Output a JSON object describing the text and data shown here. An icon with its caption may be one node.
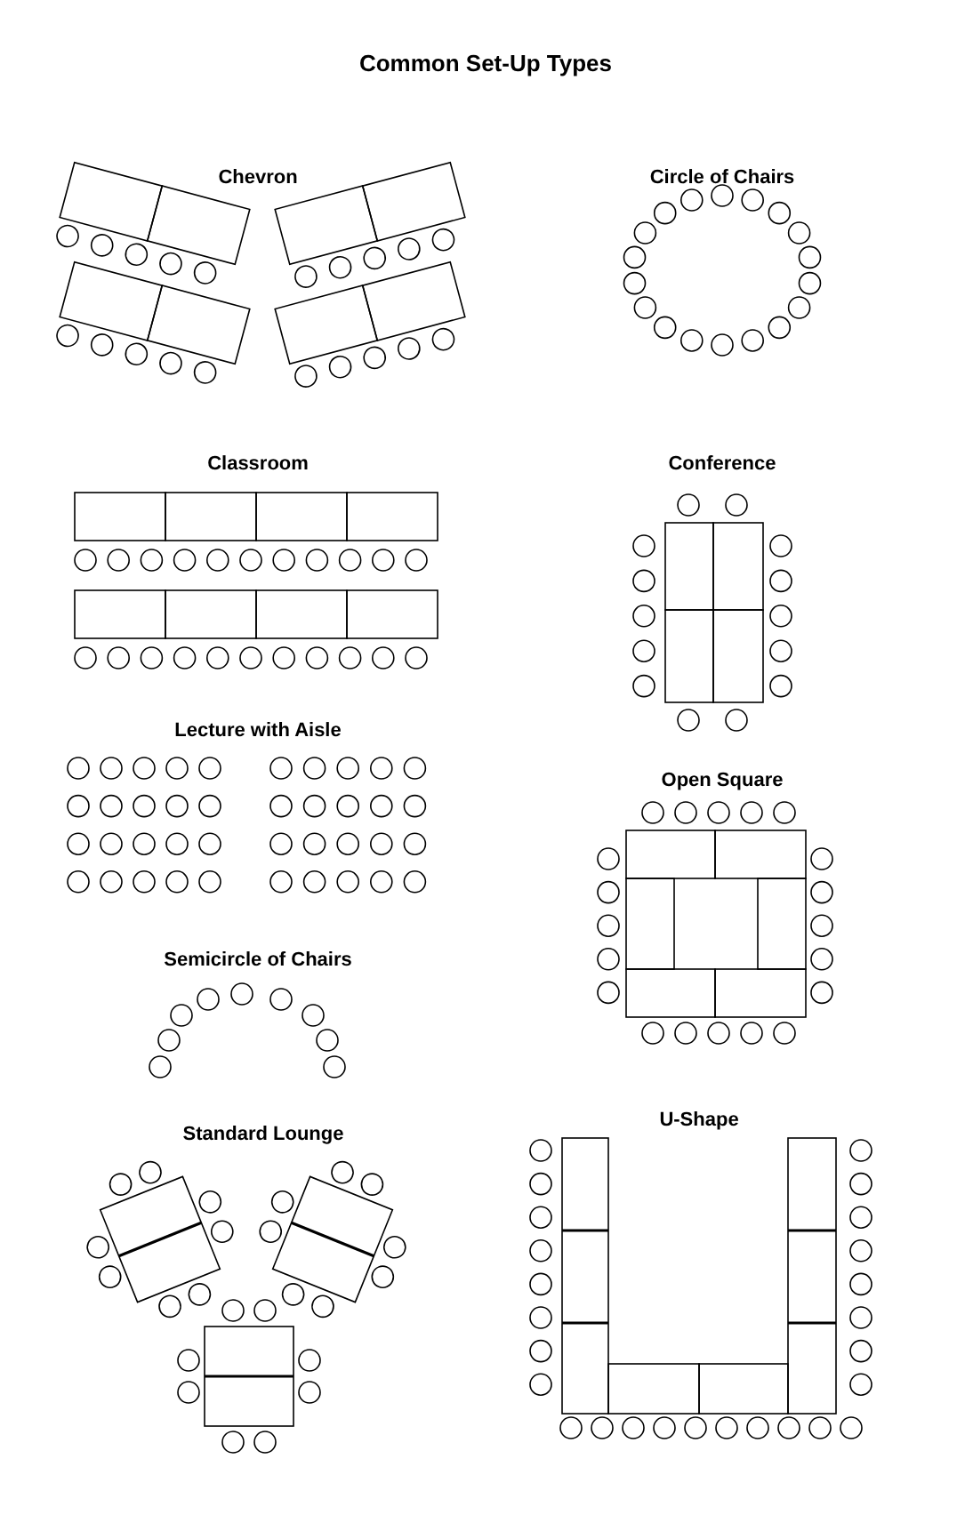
{
  "diagram": {
    "title": "Common Set-Up Types",
    "labels": [
      "Chevron",
      "Circle of Chairs",
      "Classroom",
      "Conference",
      "Lecture with Aisle",
      "Open Square",
      "Semicircle of Chairs",
      "Standard Lounge",
      "U-Shape"
    ]
  }
}
